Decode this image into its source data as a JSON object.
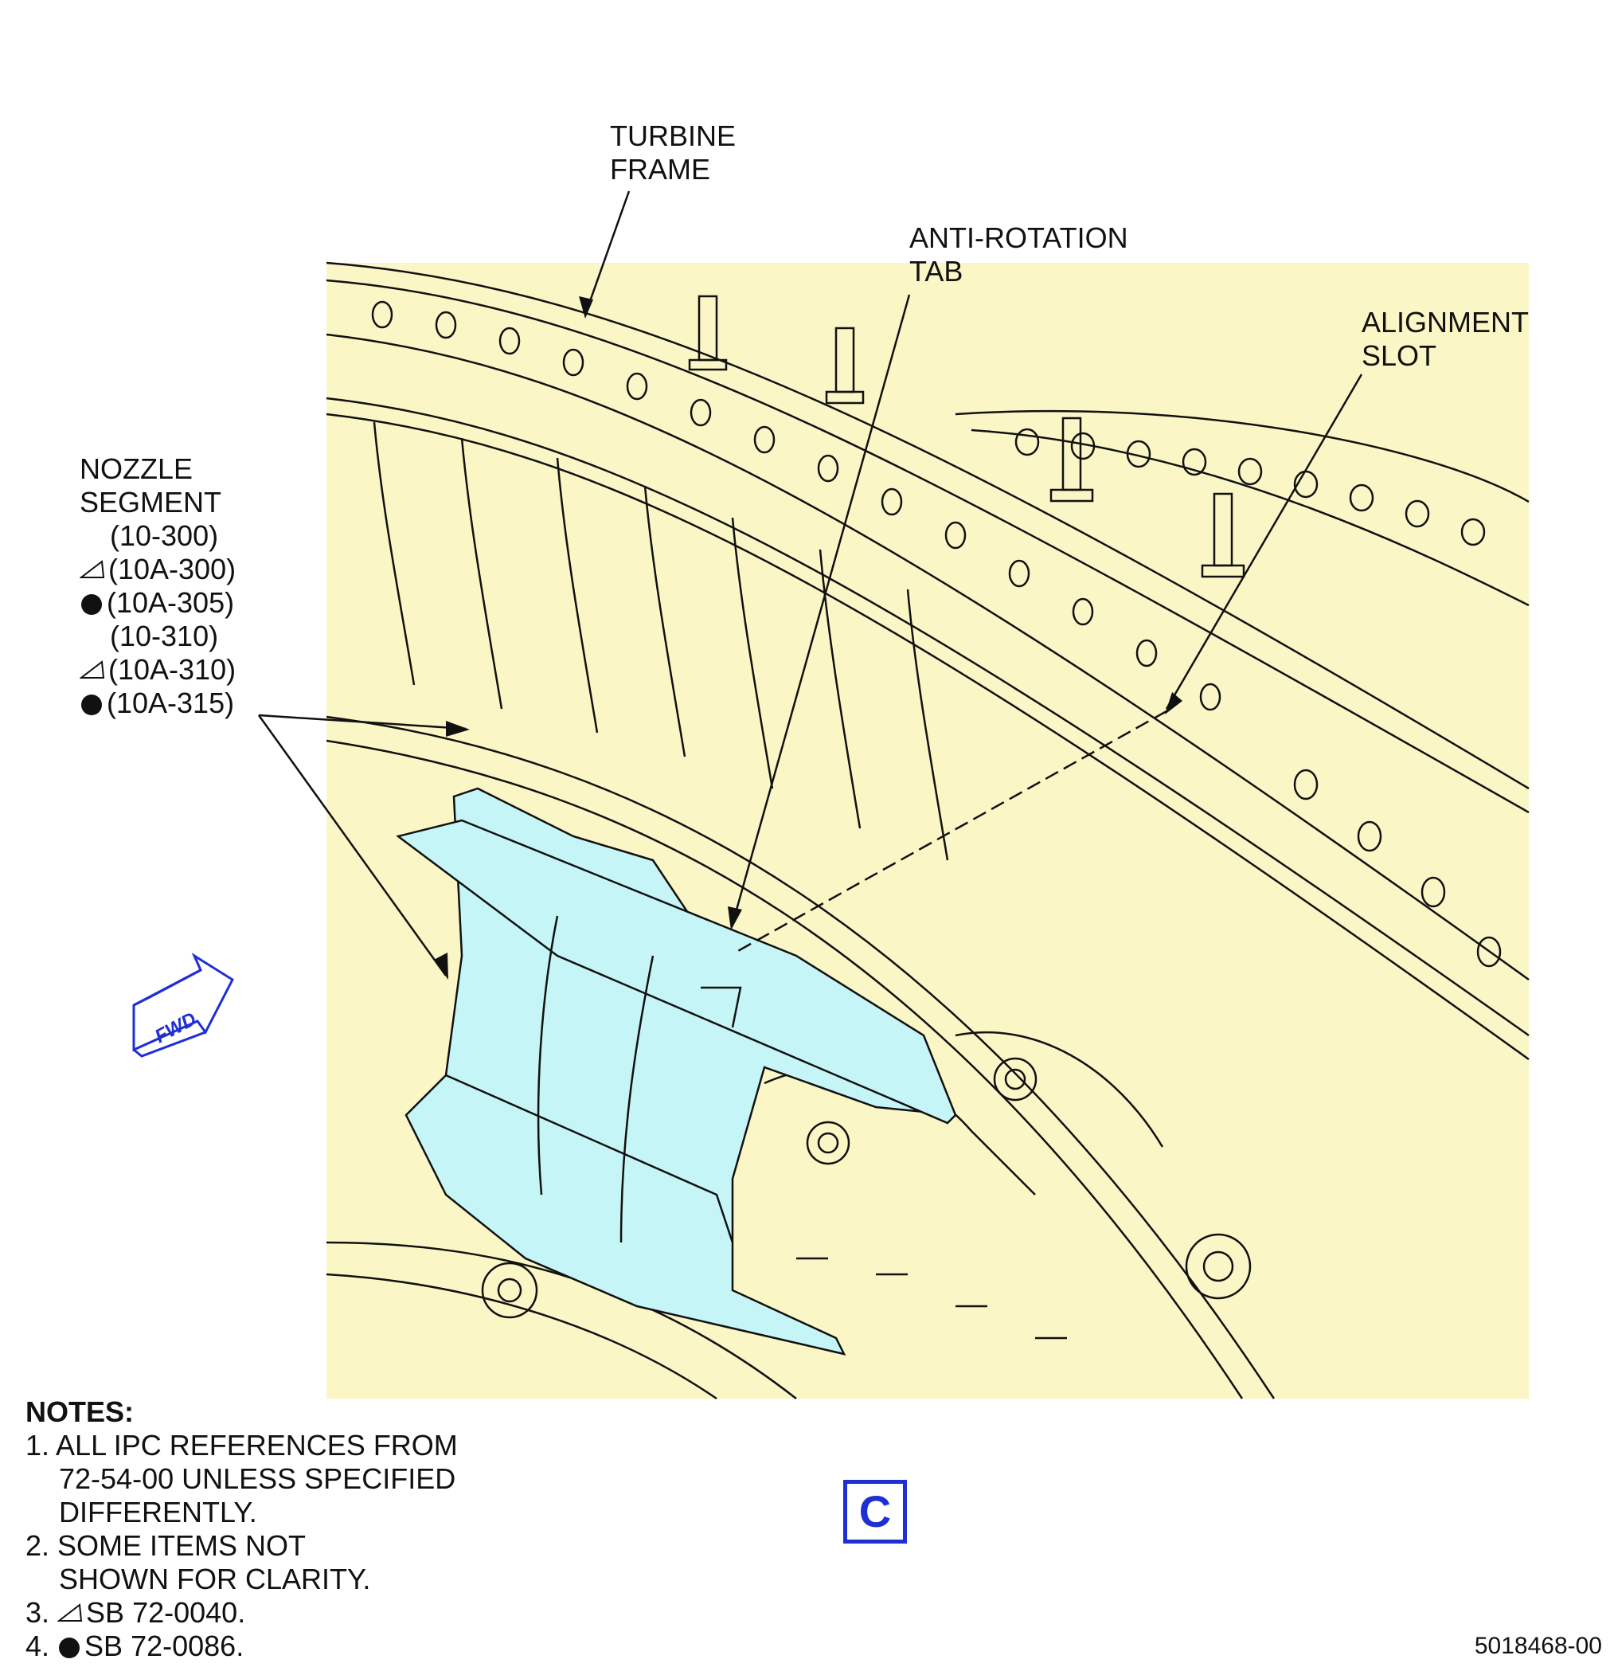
{
  "callouts": {
    "turbine_frame": [
      "TURBINE",
      "FRAME"
    ],
    "anti_rotation_tab": [
      "ANTI-ROTATION",
      "TAB"
    ],
    "alignment_slot": [
      "ALIGNMENT",
      "SLOT"
    ],
    "nozzle_segment": {
      "title": [
        "NOZZLE",
        "SEGMENT"
      ],
      "refs": [
        "(10-300)",
        "(10A-300)",
        "(10A-305)",
        "(10-310)",
        "(10A-310)",
        "(10A-315)"
      ]
    }
  },
  "fwd_arrow": {
    "label": "FWD",
    "color": "#1f2fd6"
  },
  "notes": {
    "heading": "NOTES:",
    "n1": [
      "1. ALL IPC REFERENCES FROM",
      "72-54-00 UNLESS SPECIFIED",
      "DIFFERENTLY."
    ],
    "n2": [
      "2. SOME ITEMS NOT",
      "SHOWN FOR CLARITY."
    ],
    "n3_prefix": "3.",
    "n3_text": "SB 72-0040.",
    "n4_prefix": "4.",
    "n4_text": "SB 72-0086."
  },
  "view_letter": "C",
  "figure_number": "5018468-00",
  "colors": {
    "background_fill": "#fbf6c6",
    "highlight_fill": "#c6f5f7",
    "line": "#111111",
    "accent_blue": "#1f2fd6"
  },
  "icons": [
    "triangle-marker-icon",
    "dot-marker-icon",
    "fwd-arrow-icon"
  ]
}
